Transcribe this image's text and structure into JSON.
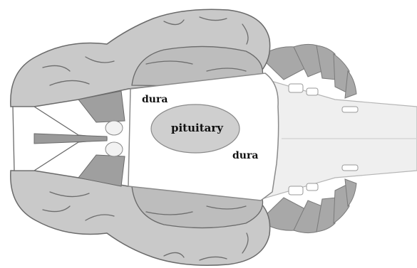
{
  "labels": {
    "dura_top": "dura",
    "pituitary": "pituitary",
    "dura_bottom": "dura"
  },
  "colors": {
    "brain_fill": "#c9c9c9",
    "brain_dark": "#9a9a9a",
    "outline": "#6a6a6a",
    "dura_fill": "#ffffff",
    "pituitary_fill": "#cfcfcf",
    "stem_fill": "#efefef",
    "cerebellum_fill": "#a8a8a8"
  }
}
